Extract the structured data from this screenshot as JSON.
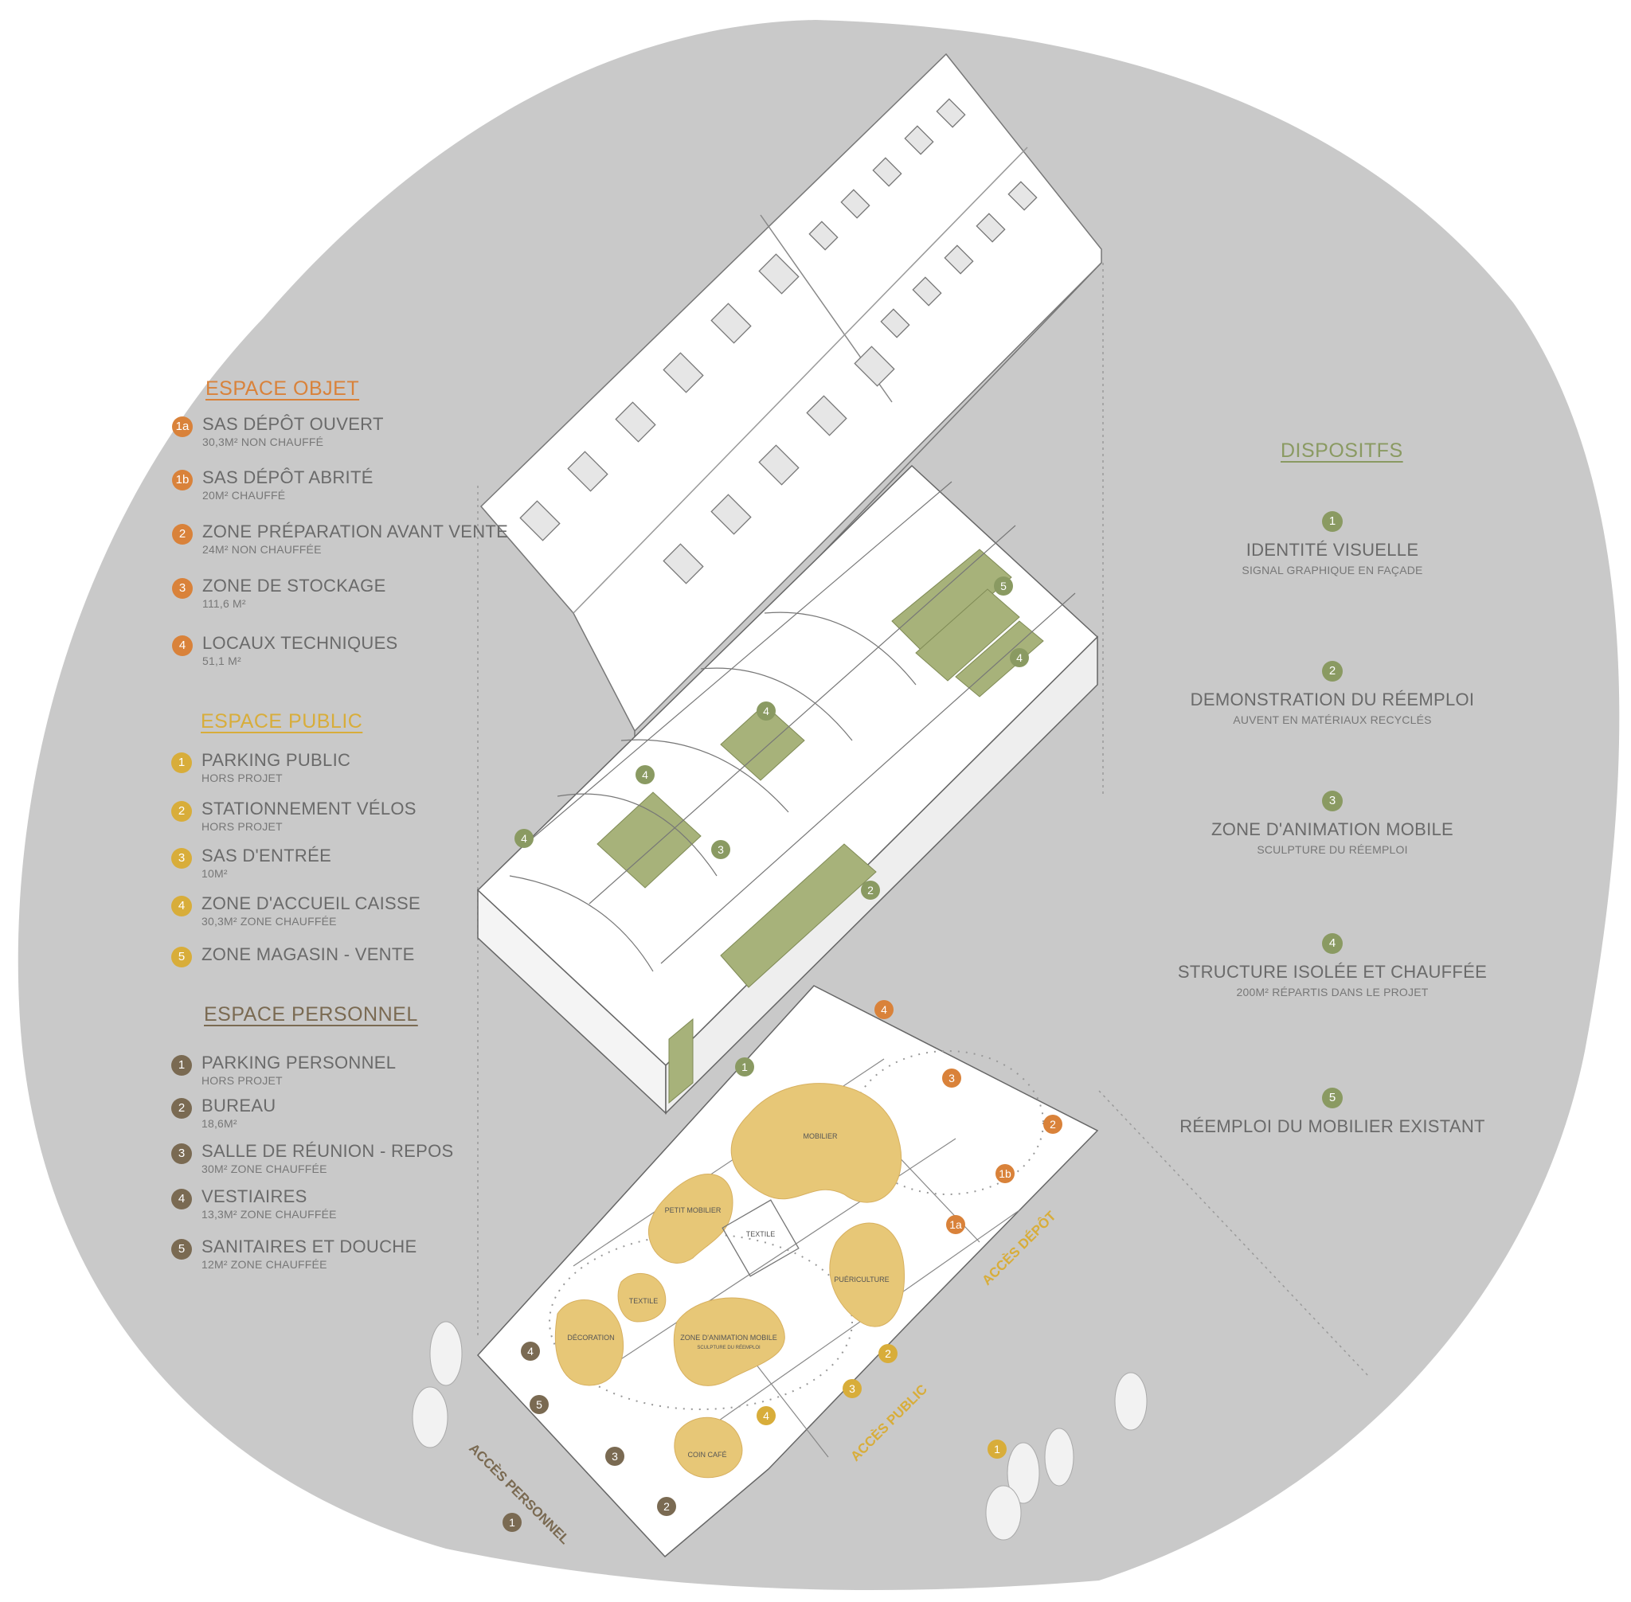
{
  "colors": {
    "background": "#c9c9c9",
    "espace_objet": "#d9823a",
    "espace_public": "#d8ad3a",
    "espace_personnel": "#7a6a52",
    "dispositifs": "#8a9a62",
    "zone_fill": "#e7c777",
    "structure_fill": "#a7b27a"
  },
  "legend": {
    "espace_objet": {
      "title": "ESPACE OBJET",
      "items": [
        {
          "badge": "1a",
          "title": "SAS DÉPÔT OUVERT",
          "sub": "30,3M² NON CHAUFFÉ"
        },
        {
          "badge": "1b",
          "title": "SAS DÉPÔT ABRITÉ",
          "sub": "20M²  CHAUFFÉ"
        },
        {
          "badge": "2",
          "title": "ZONE PRÉPARATION AVANT VENTE",
          "sub": "24M²  NON CHAUFFÉE"
        },
        {
          "badge": "3",
          "title": "ZONE DE STOCKAGE",
          "sub": "111,6 M²"
        },
        {
          "badge": "4",
          "title": "LOCAUX TECHNIQUES",
          "sub": "51,1 M²"
        }
      ]
    },
    "espace_public": {
      "title": "ESPACE PUBLIC",
      "items": [
        {
          "badge": "1",
          "title": "PARKING PUBLIC",
          "sub": "HORS PROJET"
        },
        {
          "badge": "2",
          "title": "STATIONNEMENT VÉLOS",
          "sub": "HORS PROJET"
        },
        {
          "badge": "3",
          "title": "SAS D'ENTRÉE",
          "sub": "10M²"
        },
        {
          "badge": "4",
          "title": "ZONE D'ACCUEIL CAISSE",
          "sub": "30,3M² ZONE CHAUFFÉE"
        },
        {
          "badge": "5",
          "title": "ZONE MAGASIN - VENTE",
          "sub": ""
        }
      ]
    },
    "espace_personnel": {
      "title": "ESPACE PERSONNEL",
      "items": [
        {
          "badge": "1",
          "title": "PARKING PERSONNEL",
          "sub": "HORS PROJET"
        },
        {
          "badge": "2",
          "title": "BUREAU",
          "sub": "18,6M²"
        },
        {
          "badge": "3",
          "title": "SALLE DE RÉUNION - REPOS",
          "sub": "30M² ZONE CHAUFFÉE"
        },
        {
          "badge": "4",
          "title": "VESTIAIRES",
          "sub": "13,3M² ZONE CHAUFFÉE"
        },
        {
          "badge": "5",
          "title": "SANITAIRES ET DOUCHE",
          "sub": "12M² ZONE CHAUFFÉE"
        }
      ]
    }
  },
  "dispositifs": {
    "title": "DISPOSITFS",
    "items": [
      {
        "badge": "1",
        "title": "IDENTITÉ VISUELLE",
        "sub": "SIGNAL GRAPHIQUE EN FAÇADE"
      },
      {
        "badge": "2",
        "title": "DEMONSTRATION DU RÉEMPLOI",
        "sub": "AUVENT EN MATÉRIAUX RECYCLÉS"
      },
      {
        "badge": "3",
        "title": "ZONE D'ANIMATION MOBILE",
        "sub": "SCULPTURE DU RÉEMPLOI"
      },
      {
        "badge": "4",
        "title": "STRUCTURE ISOLÉE ET CHAUFFÉE",
        "sub": "200M² RÉPARTIS DANS LE PROJET"
      },
      {
        "badge": "5",
        "title": "RÉEMPLOI DU MOBILIER EXISTANT",
        "sub": ""
      }
    ]
  },
  "plan": {
    "zones": {
      "mobilier": "MOBILIER",
      "petit_mobilier": "PETIT MOBILIER",
      "textile": "TEXTILE",
      "textile_small": "TEXTILE",
      "puericulture": "PUÉRICULTURE",
      "decoration": "DÉCORATION",
      "animation": "ZONE D'ANIMATION MOBILE",
      "animation_sub": "SCULPTURE DU RÉEMPLOI",
      "coin_cafe": "COIN CAFÉ"
    },
    "access": {
      "depot": "ACCÈS DÉPÔT",
      "public": "ACCÈS PUBLIC",
      "personnel": "ACCÈS PERSONNEL"
    },
    "markers": {
      "objet": [
        "4",
        "3",
        "2",
        "1b",
        "1a"
      ],
      "public": [
        "2",
        "3",
        "4",
        "1"
      ],
      "personnel": [
        "4",
        "5",
        "3",
        "2",
        "1"
      ],
      "dispositifs": [
        "5",
        "4",
        "4",
        "4",
        "4",
        "3",
        "2",
        "1"
      ]
    }
  }
}
